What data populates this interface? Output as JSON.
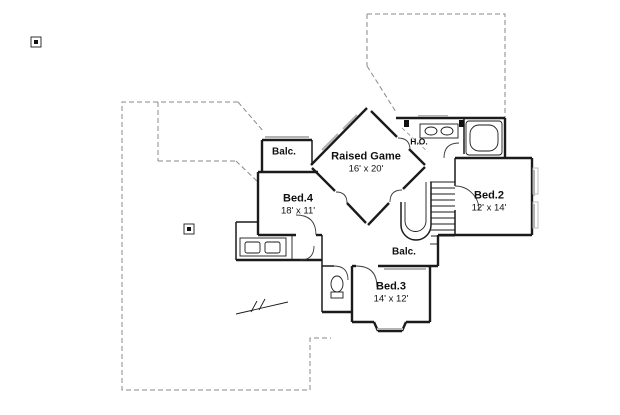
{
  "plan": {
    "rooms": [
      {
        "name": "Raised Game",
        "dims": "16' x 20'"
      },
      {
        "name": "Bed.4",
        "dims": "18' x 11'"
      },
      {
        "name": "Bed.2",
        "dims": "12' x 14'"
      },
      {
        "name": "Bed.3",
        "dims": "14' x 12'"
      }
    ],
    "labels": {
      "balcony_top": "Balc.",
      "balcony_center": "Balc.",
      "ho": "H.O."
    },
    "colors": {
      "wall": "#1b1b1b",
      "dashed_outline": "#8a8a8a",
      "window": "#b3b3b3",
      "background": "#ffffff"
    }
  }
}
